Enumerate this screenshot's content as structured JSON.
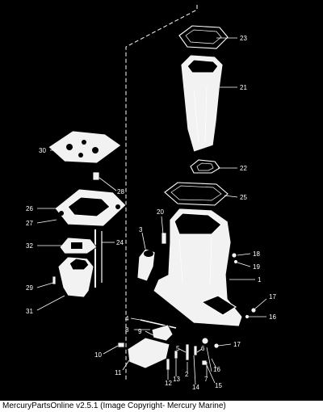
{
  "footer": {
    "text": "MercuryPartsOnline v2.5.1 (Image Copyright- Mercury Marine)"
  },
  "callouts": [
    {
      "id": "c23",
      "label": "23"
    },
    {
      "id": "c21",
      "label": "21"
    },
    {
      "id": "c30",
      "label": "30"
    },
    {
      "id": "c22",
      "label": "22"
    },
    {
      "id": "c28",
      "label": "28"
    },
    {
      "id": "c25",
      "label": "25"
    },
    {
      "id": "c26",
      "label": "26"
    },
    {
      "id": "c20",
      "label": "20"
    },
    {
      "id": "c27",
      "label": "27"
    },
    {
      "id": "c3",
      "label": "3"
    },
    {
      "id": "c24",
      "label": "24"
    },
    {
      "id": "c32",
      "label": "32"
    },
    {
      "id": "c18",
      "label": "18"
    },
    {
      "id": "c19",
      "label": "19"
    },
    {
      "id": "c1",
      "label": "1"
    },
    {
      "id": "c29",
      "label": "29"
    },
    {
      "id": "c31",
      "label": "31"
    },
    {
      "id": "c17a",
      "label": "17"
    },
    {
      "id": "c16a",
      "label": "16"
    },
    {
      "id": "c4",
      "label": "4"
    },
    {
      "id": "c8",
      "label": "8"
    },
    {
      "id": "c9",
      "label": "9"
    },
    {
      "id": "c17b",
      "label": "17"
    },
    {
      "id": "c10",
      "label": "10"
    },
    {
      "id": "c5",
      "label": "5"
    },
    {
      "id": "c6",
      "label": "6"
    },
    {
      "id": "c16b",
      "label": "16"
    },
    {
      "id": "c2",
      "label": "2"
    },
    {
      "id": "c7",
      "label": "7"
    },
    {
      "id": "c11",
      "label": "11"
    },
    {
      "id": "c13",
      "label": "13"
    },
    {
      "id": "c12",
      "label": "12"
    },
    {
      "id": "c14",
      "label": "14"
    },
    {
      "id": "c15",
      "label": "15"
    }
  ]
}
